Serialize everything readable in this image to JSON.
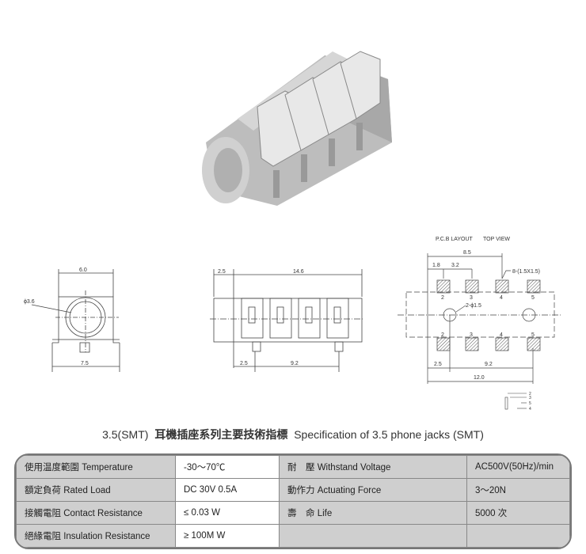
{
  "drawings": {
    "front": {
      "width": "6.0",
      "hole": "ϕ3.6",
      "base": "7.5"
    },
    "side": {
      "lead": "2.5",
      "length": "14.6",
      "pin_offset": "2.5",
      "pin_span": "9.2"
    },
    "pcb": {
      "header_layout": "P.C.B LAYOUT",
      "header_view": "TOP VIEW",
      "dim_85": "8.5",
      "dim_18": "1.8",
      "dim_32": "3.2",
      "pads": "8-(1.5X1.5)",
      "holes": "2-ϕ1.5",
      "pad_numbers": [
        "2",
        "3",
        "4",
        "5"
      ],
      "dim_25": "2.5",
      "dim_92": "9.2",
      "dim_120": "12.0",
      "schematic_pins": [
        "2",
        "3",
        "5",
        "4"
      ]
    }
  },
  "title": {
    "prefix": "3.5(SMT)",
    "chinese": "耳機插座系列主要技術指標",
    "english": "Specification of 3.5 phone jacks (SMT)"
  },
  "spec": {
    "rows": [
      {
        "l1": "使用温度範圍 Temperature",
        "v1": "-30～70℃",
        "l2": "耐　壓 Withstand Voltage",
        "v2": "AC500V(50Hz)/min"
      },
      {
        "l1": "額定負荷  Rated Load",
        "v1": "DC  30V  0.5A",
        "l2": "動作力 Actuating Force",
        "v2": "3～20N"
      },
      {
        "l1": "接觸電阻  Contact Resistance",
        "v1": "≤ 0.03 W",
        "l2": "壽　命 Life",
        "v2": "5000 次"
      },
      {
        "l1": "絕緣電阻  Insulation Resistance",
        "v1": "≥ 100M W",
        "l2": "",
        "v2": ""
      }
    ]
  }
}
